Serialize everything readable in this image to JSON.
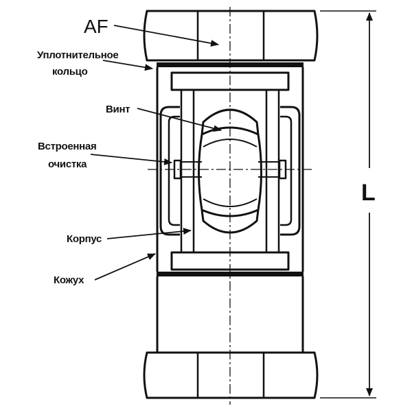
{
  "diagram": {
    "labels": {
      "af": "AF",
      "seal_ring_line1": "Уплотнительное",
      "seal_ring_line2": "кольцо",
      "screw": "Винт",
      "built_in_cleaning_line1": "Встроенная",
      "built_in_cleaning_line2": "очистка",
      "body": "Корпус",
      "casing": "Кожух",
      "length": "L"
    },
    "colors": {
      "line": "#111111",
      "background": "#ffffff"
    }
  }
}
